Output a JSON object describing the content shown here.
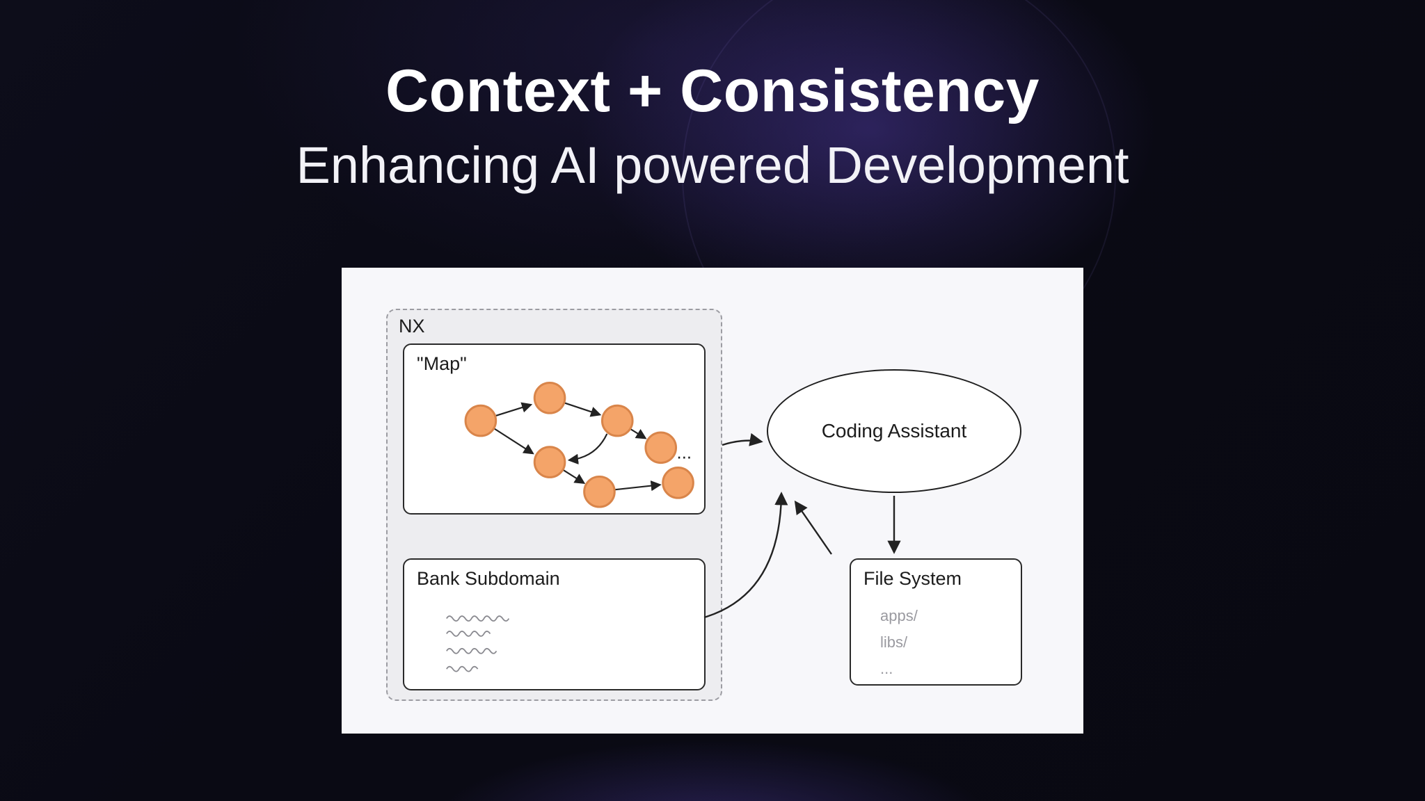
{
  "slide": {
    "title": "Context + Consistency",
    "subtitle": "Enhancing AI powered Development"
  },
  "diagram": {
    "nx": {
      "label": "NX"
    },
    "map": {
      "label": "\"Map\"",
      "ellipsis": "..."
    },
    "bank": {
      "label": "Bank Subdomain"
    },
    "assistant": {
      "label": "Coding Assistant"
    },
    "filesystem": {
      "label": "File System",
      "items": [
        "apps/",
        "libs/",
        "..."
      ]
    },
    "colors": {
      "node_fill": "#F4A469",
      "node_stroke": "#D9854A",
      "background_glow": "#5C44BE",
      "canvas": "#F7F7FA"
    }
  }
}
